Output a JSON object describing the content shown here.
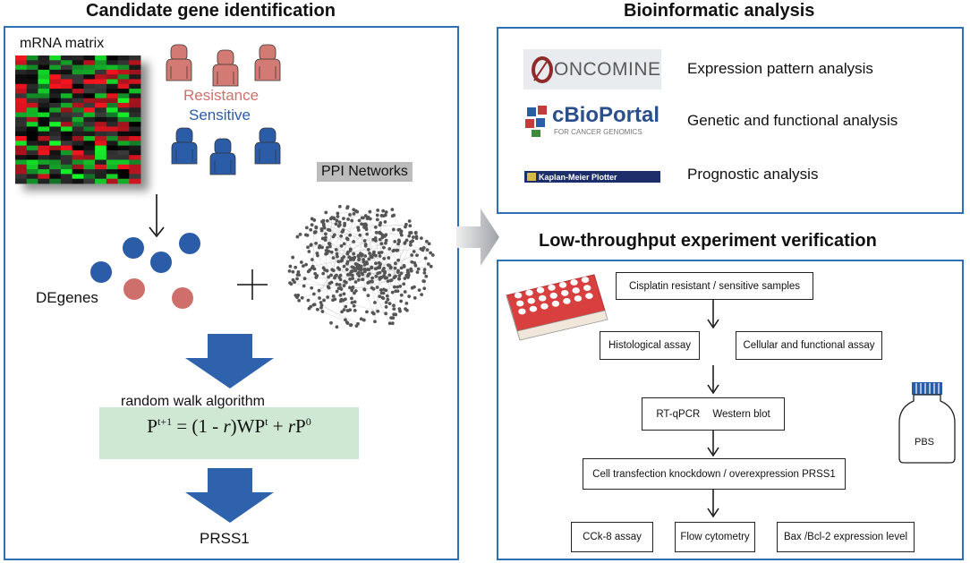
{
  "left": {
    "title": "Candidate gene identification",
    "mrna_label": "mRNA matrix",
    "resistance_label": "Resistance",
    "sensitive_label": "Sensitive",
    "ppi_label": "PPI Networks",
    "degenes_label": "DEgenes",
    "algorithm_label": "random walk algorithm",
    "result_label": "PRSS1"
  },
  "bioinf": {
    "title": "Bioinformatic analysis",
    "rows": [
      {
        "logo": "ONCOMINE",
        "label": "Expression pattern analysis"
      },
      {
        "logo": "cBioPortal",
        "logo_sub": "FOR CANCER GENOMICS",
        "label": "Genetic and functional analysis"
      },
      {
        "logo": "Kaplan-Meier Plotter",
        "label": "Prognostic analysis"
      }
    ]
  },
  "exp": {
    "title": "Low-throughput experiment verification",
    "box_samples": "Cisplatin resistant / sensitive samples",
    "box_histo": "Histological assay",
    "box_cellular": "Cellular and functional assay",
    "box_rt": "RT-qPCR",
    "box_wb": "Western blot",
    "box_transfection": "Cell transfection knockdown / overexpression PRSS1",
    "box_cck": "CCk-8 assay",
    "box_flow": "Flow cytometry",
    "box_bax": "Bax /Bcl-2 expression level",
    "pbs_label": "PBS"
  },
  "colors": {
    "panel_border": "#2f6fb3",
    "resistance": "#cf6f6b",
    "sensitive": "#2b5ca8",
    "arrow_blue": "#2e62ad",
    "formula_bg": "#cfe8d4"
  }
}
